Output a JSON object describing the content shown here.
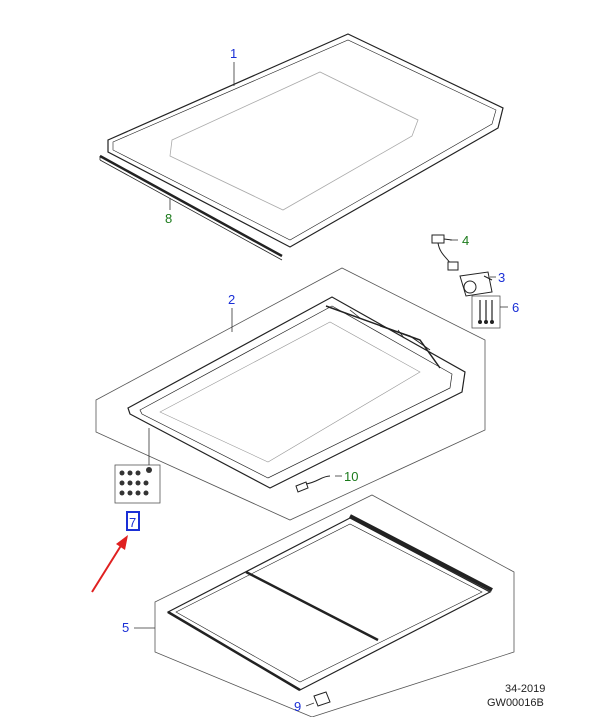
{
  "callouts": {
    "c1": "1",
    "c2": "2",
    "c3": "3",
    "c4": "4",
    "c5": "5",
    "c6": "6",
    "c7": "7",
    "c8": "8",
    "c9": "9",
    "c10": "10"
  },
  "reference": {
    "line1": "34-2019",
    "line2": "GW00016B"
  },
  "colors": {
    "blue_callout": "#1a2fd6",
    "green_callout": "#1b7a1b",
    "arrow": "#e02020",
    "highlight_box": "#1a2fd6"
  }
}
